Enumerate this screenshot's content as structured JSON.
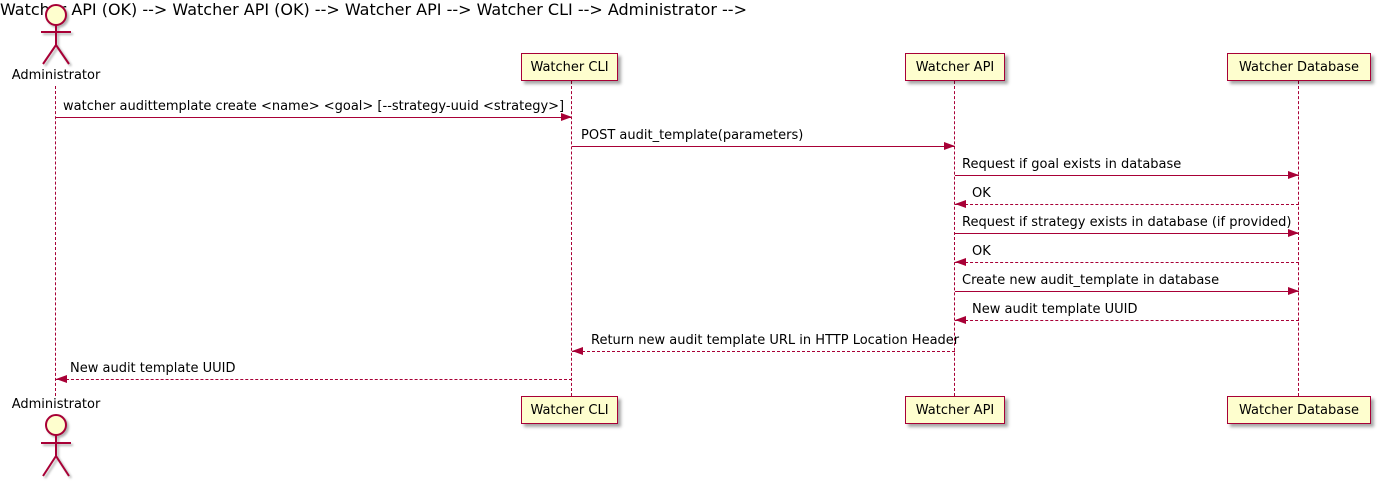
{
  "diagram_type": "sequence",
  "colors": {
    "accent": "#A80036",
    "participant_fill": "#FEFECE",
    "text": "#000000",
    "background": "#FFFFFF"
  },
  "participants": {
    "administrator": {
      "label": "Administrator",
      "type": "actor"
    },
    "watcher_cli": {
      "label": "Watcher CLI",
      "type": "box"
    },
    "watcher_api": {
      "label": "Watcher API",
      "type": "box"
    },
    "watcher_database": {
      "label": "Watcher Database",
      "type": "box"
    }
  },
  "messages": [
    {
      "from": "Administrator",
      "to": "Watcher CLI",
      "style": "solid",
      "text": "watcher audittemplate create <name> <goal> [--strategy-uuid <strategy>]"
    },
    {
      "from": "Watcher CLI",
      "to": "Watcher API",
      "style": "solid",
      "text": "POST audit_template(parameters)"
    },
    {
      "from": "Watcher API",
      "to": "Watcher Database",
      "style": "solid",
      "text": "Request if goal exists in database"
    },
    {
      "from": "Watcher Database",
      "to": "Watcher API",
      "style": "dashed",
      "text": "OK"
    },
    {
      "from": "Watcher API",
      "to": "Watcher Database",
      "style": "solid",
      "text": "Request if strategy exists in database (if provided)"
    },
    {
      "from": "Watcher Database",
      "to": "Watcher API",
      "style": "dashed",
      "text": "OK"
    },
    {
      "from": "Watcher API",
      "to": "Watcher Database",
      "style": "solid",
      "text": "Create new audit_template in database"
    },
    {
      "from": "Watcher Database",
      "to": "Watcher API",
      "style": "dashed",
      "text": "New audit template UUID"
    },
    {
      "from": "Watcher API",
      "to": "Watcher CLI",
      "style": "dashed",
      "text": "Return new audit template URL in HTTP Location Header"
    },
    {
      "from": "Watcher CLI",
      "to": "Administrator",
      "style": "dashed",
      "text": "New audit template UUID"
    }
  ]
}
